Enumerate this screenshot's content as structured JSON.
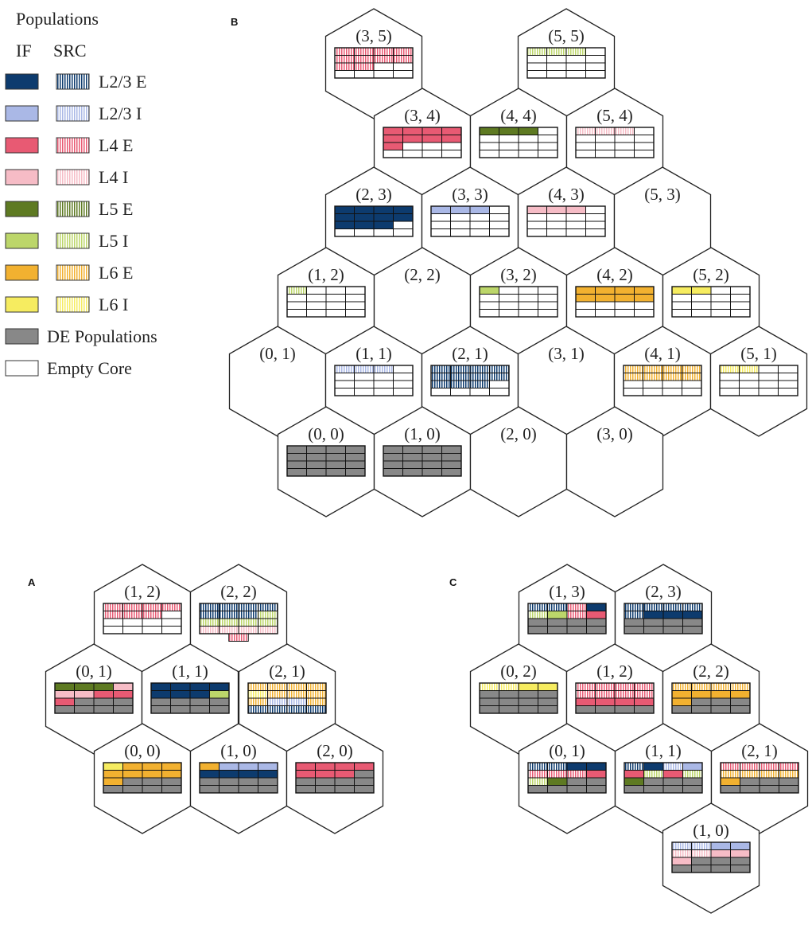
{
  "legend": {
    "title": "Populations",
    "if_header": "IF",
    "src_header": "SRC",
    "entries": [
      {
        "label": "L2/3 E",
        "color": "#0d3b6e"
      },
      {
        "label": "L2/3 I",
        "color": "#aab8e6"
      },
      {
        "label": "L4 E",
        "color": "#e85a73"
      },
      {
        "label": "L4 I",
        "color": "#f6bcc6"
      },
      {
        "label": "L5 E",
        "color": "#5e7a22"
      },
      {
        "label": "L5 I",
        "color": "#bcd66a"
      },
      {
        "label": "L6 E",
        "color": "#f2b130"
      },
      {
        "label": "L6 I",
        "color": "#f6ec60"
      }
    ],
    "de_label": "DE Populations",
    "de_color": "#888888",
    "empty_label": "Empty Core"
  },
  "codes": {
    ".": "empty core",
    "g": "DE population",
    "a": "L2/3 E IF",
    "b": "L2/3 I IF",
    "c": "L4 E IF",
    "d": "L4 I IF",
    "e": "L5 E IF",
    "f": "L5 I IF",
    "h": "L6 E IF",
    "i": "L6 I IF",
    "A": "L2/3 E SRC",
    "B": "L2/3 I SRC",
    "C": "L4 E SRC",
    "D": "L4 I SRC",
    "E": "L5 E SRC",
    "F": "L5 I SRC",
    "H": "L6 E SRC",
    "I": "L6 I SRC"
  },
  "panels": [
    {
      "label": "B",
      "chips": [
        {
          "coord": "(3, 5)",
          "grid": [
            "CCCC",
            "CCCC",
            "CC..",
            "...."
          ]
        },
        {
          "coord": "(5, 5)",
          "grid": [
            "FFF.",
            "....",
            "....",
            "...."
          ]
        },
        {
          "coord": "(3, 4)",
          "grid": [
            "cccc",
            "cccc",
            "c...",
            "...."
          ]
        },
        {
          "coord": "(4, 4)",
          "grid": [
            "eee.",
            "....",
            "....",
            "...."
          ]
        },
        {
          "coord": "(5, 4)",
          "grid": [
            "DDD.",
            "....",
            "....",
            "...."
          ]
        },
        {
          "coord": "(2, 3)",
          "grid": [
            "aaaa",
            "aaaa",
            "aaa.",
            "...."
          ]
        },
        {
          "coord": "(3, 3)",
          "grid": [
            "bbb.",
            "....",
            "....",
            "...."
          ]
        },
        {
          "coord": "(4, 3)",
          "grid": [
            "ddd.",
            "....",
            "....",
            "...."
          ]
        },
        {
          "coord": "(5, 3)",
          "grid": []
        },
        {
          "coord": "(1, 2)",
          "grid": [
            "F...",
            "....",
            "....",
            "...."
          ]
        },
        {
          "coord": "(2, 2)",
          "grid": []
        },
        {
          "coord": "(3, 2)",
          "grid": [
            "f...",
            "....",
            "....",
            "...."
          ]
        },
        {
          "coord": "(4, 2)",
          "grid": [
            "hhhh",
            "hhhh",
            "....",
            "...."
          ]
        },
        {
          "coord": "(5, 2)",
          "grid": [
            "ii..",
            "....",
            "....",
            "...."
          ]
        },
        {
          "coord": "(0, 1)",
          "grid": []
        },
        {
          "coord": "(1, 1)",
          "grid": [
            "BBB.",
            "....",
            "....",
            "...."
          ]
        },
        {
          "coord": "(2, 1)",
          "grid": [
            "AAAA",
            "AAAA",
            "AAA.",
            "...."
          ]
        },
        {
          "coord": "(3, 1)",
          "grid": []
        },
        {
          "coord": "(4, 1)",
          "grid": [
            "HHHH",
            "HHHH",
            "....",
            "...."
          ]
        },
        {
          "coord": "(5, 1)",
          "grid": [
            "II..",
            "....",
            "....",
            "...."
          ]
        },
        {
          "coord": "(0, 0)",
          "grid": [
            "gggg",
            "gggg",
            "gggg",
            "gggg"
          ]
        },
        {
          "coord": "(1, 0)",
          "grid": [
            "gggg",
            "gggg",
            "gggg",
            "gggg"
          ]
        },
        {
          "coord": "(2, 0)",
          "grid": []
        },
        {
          "coord": "(3, 0)",
          "grid": []
        }
      ]
    },
    {
      "label": "A",
      "chips": [
        {
          "coord": "(1, 2)",
          "grid": [
            "CCCC",
            "CCC.",
            "....",
            "...."
          ]
        },
        {
          "coord": "(2, 2)",
          "grid": [
            "AAAA",
            "AAAF",
            "FFFF",
            "DDDD"
          ],
          "extra": "C"
        },
        {
          "coord": "(0, 1)",
          "grid": [
            "eeed",
            "ddcc",
            "cggg",
            "gggg"
          ]
        },
        {
          "coord": "(1, 1)",
          "grid": [
            "aaaa",
            "aaaf",
            "gggg",
            "gggg"
          ]
        },
        {
          "coord": "(2, 1)",
          "grid": [
            "HHHH",
            "IHHH",
            "HBBH",
            "AAAA"
          ]
        },
        {
          "coord": "(0, 0)",
          "grid": [
            "ihhh",
            "hhhh",
            "hggg",
            "gggg"
          ]
        },
        {
          "coord": "(1, 0)",
          "grid": [
            "hbbb",
            "aaaa",
            "gggg",
            "gggg"
          ]
        },
        {
          "coord": "(2, 0)",
          "grid": [
            "cccc",
            "cccg",
            "gggg",
            "gggg"
          ]
        }
      ]
    },
    {
      "label": "C",
      "chips": [
        {
          "coord": "(1, 3)",
          "grid": [
            "AACa",
            "FfCc",
            "gggg",
            "gggg"
          ]
        },
        {
          "coord": "(2, 3)",
          "grid": [
            "AAAA",
            "Aaaa",
            "gggg",
            "gggg"
          ]
        },
        {
          "coord": "(0, 2)",
          "grid": [
            "IIii",
            "gggg",
            "gggg",
            "gggg"
          ]
        },
        {
          "coord": "(1, 2)",
          "grid": [
            "CCCC",
            "CCCC",
            "cccc",
            "gggg"
          ]
        },
        {
          "coord": "(2, 2)",
          "grid": [
            "HHHH",
            "hhhh",
            "hggg",
            "gggg"
          ]
        },
        {
          "coord": "(0, 1)",
          "grid": [
            "AAaa",
            "CCCc",
            "Feg g",
            "gggg"
          ]
        },
        {
          "coord": "(1, 1)",
          "grid": [
            "AaBb",
            "cFcF",
            "eggg",
            "gggg"
          ]
        },
        {
          "coord": "(2, 1)",
          "grid": [
            "CCCC",
            "HHHH",
            "hggg",
            "gggg"
          ]
        },
        {
          "coord": "(1, 0)",
          "grid": [
            "BBbb",
            "DDdd",
            "dggg",
            "gggg"
          ]
        }
      ]
    }
  ]
}
